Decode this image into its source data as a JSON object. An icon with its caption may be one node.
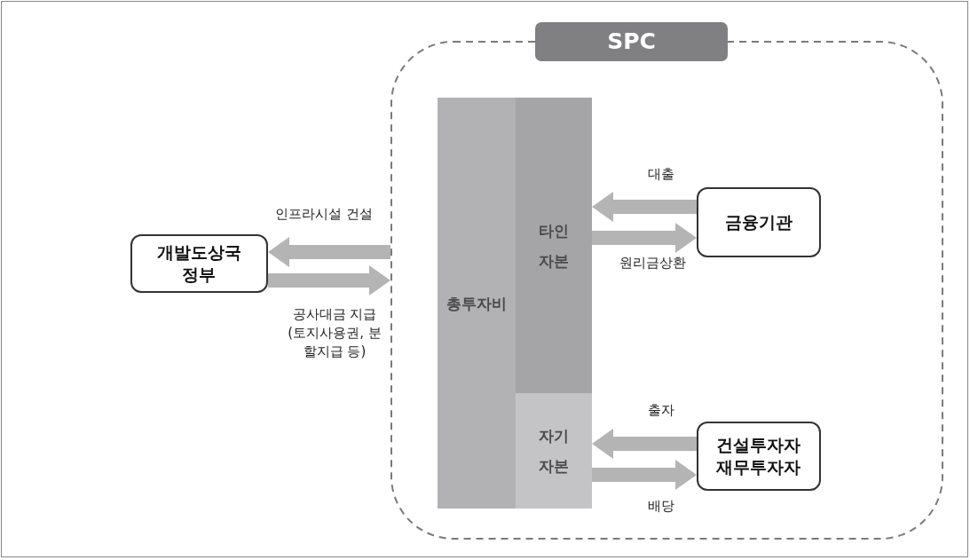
{
  "diagram": {
    "nodes": [
      {
        "text": [
          "SPC"
        ]
      },
      {
        "text": [
          "총투자비"
        ],
        "in": 0
      },
      {
        "text": [
          "타인 자본"
        ],
        "in": 0
      },
      {
        "text": [
          "자기 자본"
        ],
        "in": 0
      },
      {
        "text": [
          "개발도상국 정부"
        ]
      },
      {
        "text": [
          "금융기관"
        ],
        "in": 0
      },
      {
        "text": [
          "건설투자자 재무투자자"
        ],
        "in": 0
      }
    ],
    "edges": [
      {
        "from": 0,
        "to": 4,
        "arrow": "to",
        "label": "인프라시설 건설"
      },
      {
        "from": 4,
        "to": 0,
        "arrow": "to",
        "label": "공사대금 지급 (토지사용권, 분할지급 등)"
      },
      {
        "from": 5,
        "to": 2,
        "arrow": "to",
        "label": "대출"
      },
      {
        "from": 2,
        "to": 5,
        "arrow": "to",
        "label": "원리금상환"
      },
      {
        "from": 6,
        "to": 3,
        "arrow": "to",
        "label": "출자"
      },
      {
        "from": 3,
        "to": 6,
        "arrow": "to",
        "label": "배당"
      }
    ]
  }
}
